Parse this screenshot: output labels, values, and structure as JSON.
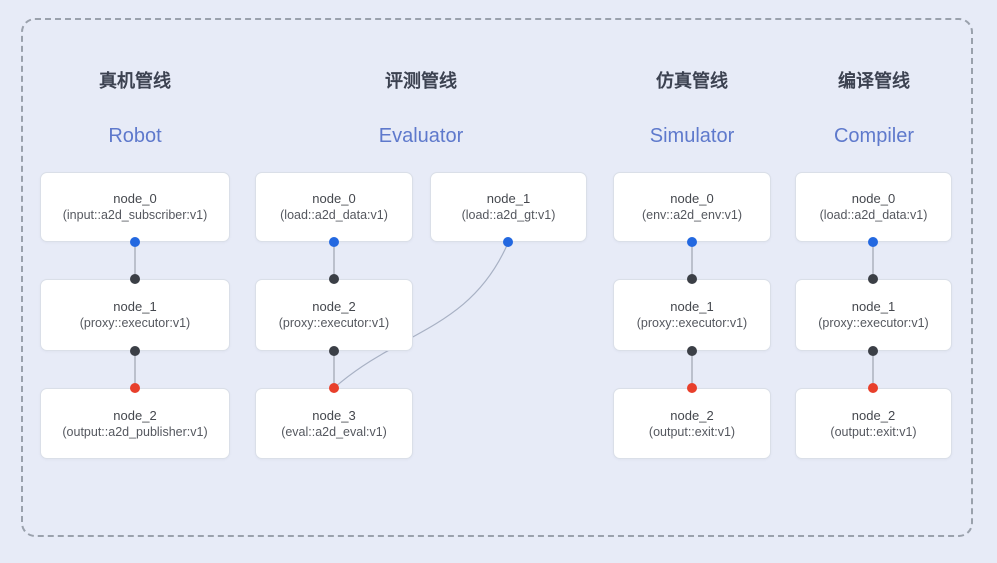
{
  "pipelines": [
    {
      "zh": "真机管线",
      "en": "Robot",
      "nodes": [
        {
          "name": "node_0",
          "type": "(input::a2d_subscriber:v1)"
        },
        {
          "name": "node_1",
          "type": "(proxy::executor:v1)"
        },
        {
          "name": "node_2",
          "type": "(output::a2d_publisher:v1)"
        }
      ]
    },
    {
      "zh": "评测管线",
      "en": "Evaluator",
      "nodes": [
        {
          "name": "node_0",
          "type": "(load::a2d_data:v1)"
        },
        {
          "name": "node_1",
          "type": "(load::a2d_gt:v1)"
        },
        {
          "name": "node_2",
          "type": "(proxy::executor:v1)"
        },
        {
          "name": "node_3",
          "type": "(eval::a2d_eval:v1)"
        }
      ]
    },
    {
      "zh": "仿真管线",
      "en": "Simulator",
      "nodes": [
        {
          "name": "node_0",
          "type": "(env::a2d_env:v1)"
        },
        {
          "name": "node_1",
          "type": "(proxy::executor:v1)"
        },
        {
          "name": "node_2",
          "type": "(output::exit:v1)"
        }
      ]
    },
    {
      "zh": "编译管线",
      "en": "Compiler",
      "nodes": [
        {
          "name": "node_0",
          "type": "(load::a2d_data:v1)"
        },
        {
          "name": "node_1",
          "type": "(proxy::executor:v1)"
        },
        {
          "name": "node_2",
          "type": "(output::exit:v1)"
        }
      ]
    }
  ],
  "colors": {
    "background": "#e7ebf7",
    "frame_dash": "#9aa1ac",
    "node_background": "#ffffff",
    "node_border": "#dadfe8",
    "header_zh_text": "#3c4251",
    "header_en_text": "#5e79cc",
    "node_name_text": "#45484e",
    "node_type_text": "#55585f",
    "dot_blue": "#2368e0",
    "dot_black": "#3b3f46",
    "dot_red": "#e83f2b",
    "connector_line": "#8f96a1",
    "curve_line": "#a8b1c4"
  }
}
